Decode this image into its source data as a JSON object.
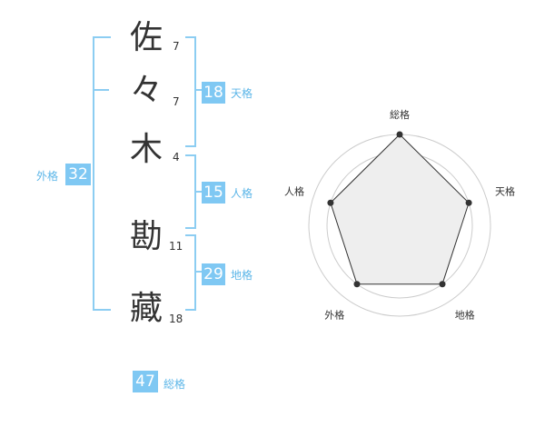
{
  "name_chars": [
    {
      "char": "佐",
      "strokes": "7"
    },
    {
      "char": "々",
      "strokes": "7"
    },
    {
      "char": "木",
      "strokes": "4"
    },
    {
      "char": "勘",
      "strokes": "11"
    },
    {
      "char": "藏",
      "strokes": "18"
    }
  ],
  "kakusu": {
    "tenkaku": {
      "value": "18",
      "label": "天格"
    },
    "jinkaku": {
      "value": "15",
      "label": "人格"
    },
    "chikaku": {
      "value": "29",
      "label": "地格"
    },
    "gaikaku": {
      "value": "32",
      "label": "外格"
    },
    "soukaku": {
      "value": "47",
      "label": "総格"
    }
  },
  "chart_data": {
    "type": "radar",
    "axes": [
      "総格",
      "天格",
      "地格",
      "外格",
      "人格"
    ],
    "values": [
      5,
      4,
      4,
      4,
      4
    ],
    "max": 5,
    "rings": 5,
    "colors": {
      "fill": "#eeeeee",
      "line": "#333333",
      "grid": "#cccccc",
      "point": "#333333"
    }
  },
  "colors": {
    "accent": "#7fc8f3",
    "bracket": "#8ccdf2",
    "label": "#5cb6e8"
  }
}
